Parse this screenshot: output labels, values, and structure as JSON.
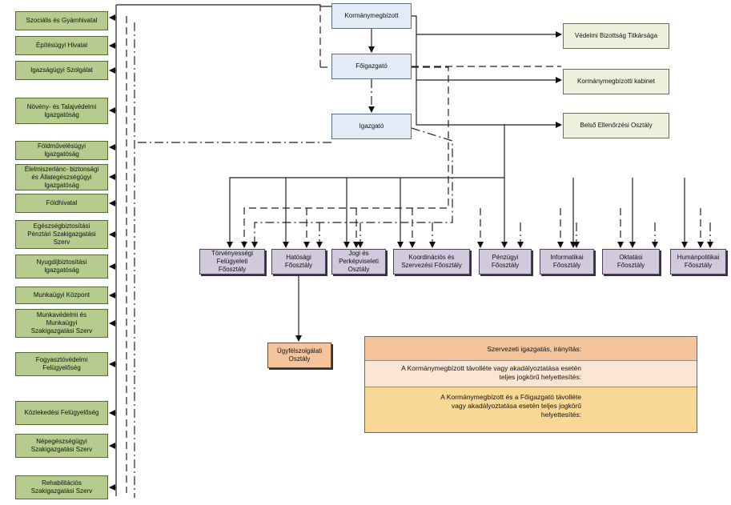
{
  "top": {
    "kormanymegbizott": "Kormánymegbízott",
    "foigazgato": "Főigazgató",
    "igazgato": "Igazgató"
  },
  "right_units": {
    "vedelmi": "Védelmi Bizottság Titkársága",
    "kabinet": "Kormánymegbízotti kabinet",
    "ellenorzes": "Belső Ellenőrzési Osztály"
  },
  "offices": [
    "Szociális és Gyámhivatal",
    "Építésügyi Hivatal",
    "Igazságügyi Szolgálat",
    "Növény- és Talajvédelmi\nIgazgatóság",
    "Földművelésügyi\nIgazgatóság",
    "Élelmiszerlánc- biztonsági\nés Állategészségügyi\nIgazgatóság",
    "Földhivatal",
    "Egészségbiztosítási\nPénztári Szakigazgatási\nSzerv",
    "Nyugdíjbiztosítási\nIgazgatóság",
    "Munkaügyi Központ",
    "Munkavédelmi és\nMunkaügyi\nSzakigazgatási Szerv",
    "Fogyasztóvédelmi\nFelügyelőség",
    "Közlekedési Felügyelőség",
    "Népegészségügyi\nSzakigazgatási Szerv",
    "Rehabilitációs\nSzakigazgatási Szerv"
  ],
  "departments": [
    "Törvényességi\nFelügyeleti\nFőosztály",
    "Hatósági\nFőosztály",
    "Jogi és\nPerképviseleti\nOsztály",
    "Koordinációs és\nSzervezési Főosztály",
    "Pénzügyi\nFőosztály",
    "Informatikai\nFőosztály",
    "Oktatási\nFőosztály",
    "Humánpolitikai\nFőosztály"
  ],
  "sub_unit": "Ügyfélszolgálati\nOsztály",
  "legend": {
    "solid": "Szervezeti igazgatás, irányítás:",
    "dashed": "A Kormánymegbízott távolléte vagy akadályoztatása esetén\nteljes jogkörű helyettesítés:",
    "dashdot": "A Kormánymegbízott és a Főigazgató távolléte\nvagy akadályoztatása esetén teljes jogkörű\nhelyettesítés:"
  },
  "colors": {
    "office_fill": "#b5cc8e",
    "top_fill": "#e3ebf7",
    "right_unit_fill": "#eef0dc",
    "department_fill": "#d3c9dd",
    "sub_unit_fill": "#f5c49b",
    "legend_solid_row": "#f5c49b",
    "legend_dashed_row": "#fbe6d4",
    "legend_dashdot_row": "#f9d795"
  },
  "icons": {
    "connector": "arrow-line"
  }
}
